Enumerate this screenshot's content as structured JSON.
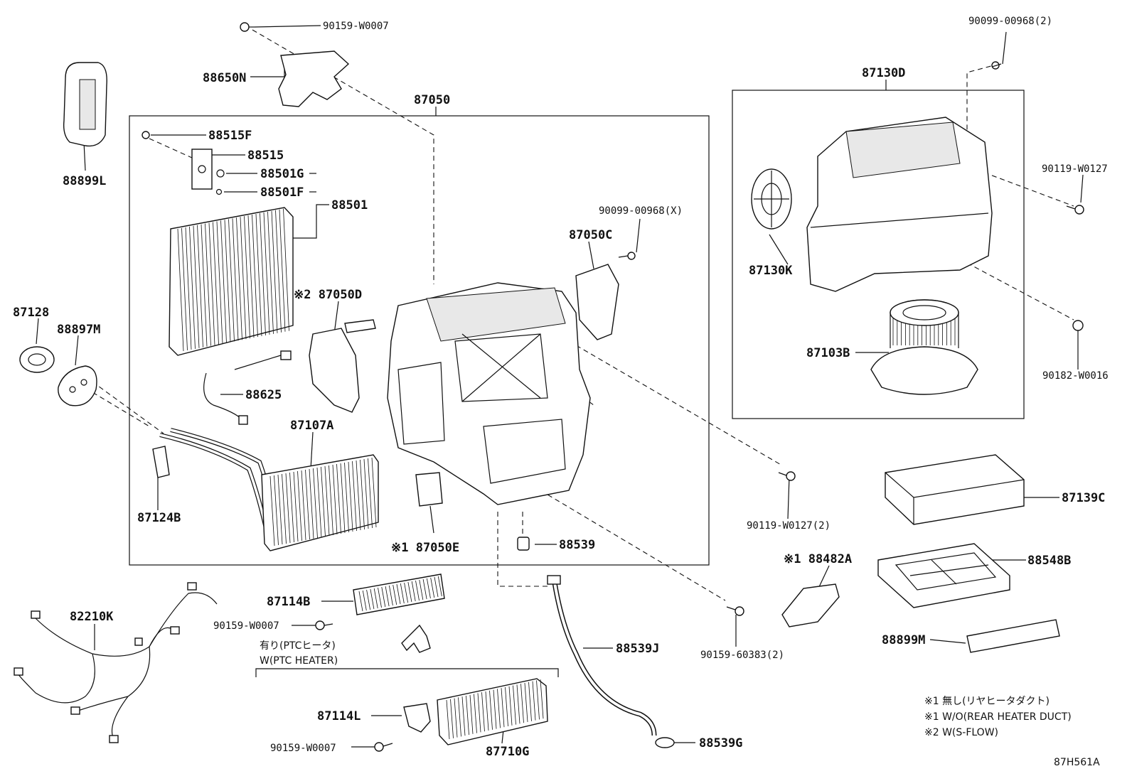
{
  "labels": {
    "p90159_w0007_top": "90159-W0007",
    "p88650n": "88650N",
    "p87050": "87050",
    "p88515f": "88515F",
    "p88515": "88515",
    "p88501g": "88501G",
    "p88501f": "88501F",
    "p88501": "88501",
    "p88899l": "88899L",
    "p90099_00968x": "90099-00968(X)",
    "p87050c": "87050C",
    "p87050d": "※2 87050D",
    "p87128": "87128",
    "p88897m": "88897M",
    "p88625": "88625",
    "p87107a": "87107A",
    "p87124b": "87124B",
    "p87050e": "※1 87050E",
    "p88539": "88539",
    "p90099_00968_2": "90099-00968(2)",
    "p87130d": "87130D",
    "p90119_w0127": "90119-W0127",
    "p87130k": "87130K",
    "p87103b": "87103B",
    "p90182_w0016": "90182-W0016",
    "p90119_w0127_2": "90119-W0127(2)",
    "p87139c": "87139C",
    "p88482a": "※1 88482A",
    "p88548b": "88548B",
    "p88899m": "88899M",
    "p90159_60383_2": "90159-60383(2)",
    "p82210k": "82210K",
    "p87114b": "87114B",
    "p90159_w0007_mid": "90159-W0007",
    "ptc_jp": "有り(PTCヒータ)",
    "ptc_en": "W(PTC HEATER)",
    "p88539j": "88539J",
    "p87114l": "87114L",
    "p90159_w0007_bot": "90159-W0007",
    "p87710g": "87710G",
    "p88539g": "88539G"
  },
  "notes": {
    "n1_jp": "※1 無し(リヤヒータダクト)",
    "n1_en": "※1 W/O(REAR HEATER DUCT)",
    "n2_en": "※2 W(S-FLOW)"
  },
  "diagram_code": "87H561A"
}
